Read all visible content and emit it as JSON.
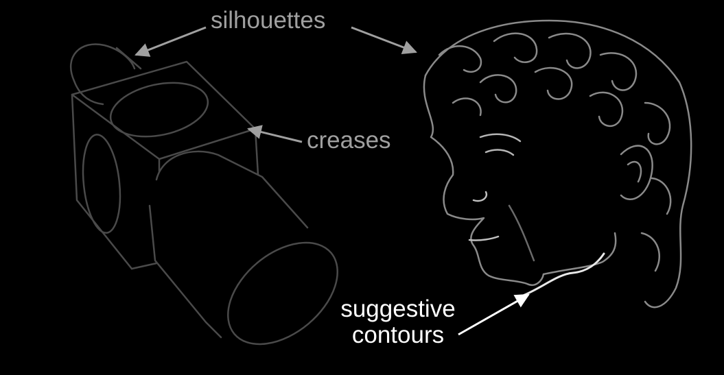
{
  "labels": {
    "silhouettes": "silhouettes",
    "creases": "creases",
    "suggestive_line1": "suggestive",
    "suggestive_line2": "contours"
  },
  "colors": {
    "background": "#000000",
    "label_gray": "#a0a0a0",
    "label_white": "#ffffff",
    "mechanical_stroke": "#4a4a4a",
    "head_stroke": "#8a8a8a",
    "suggestive_stroke": "#e8e8e8",
    "arrow_gray": "#a0a0a0",
    "arrow_white": "#ffffff"
  }
}
